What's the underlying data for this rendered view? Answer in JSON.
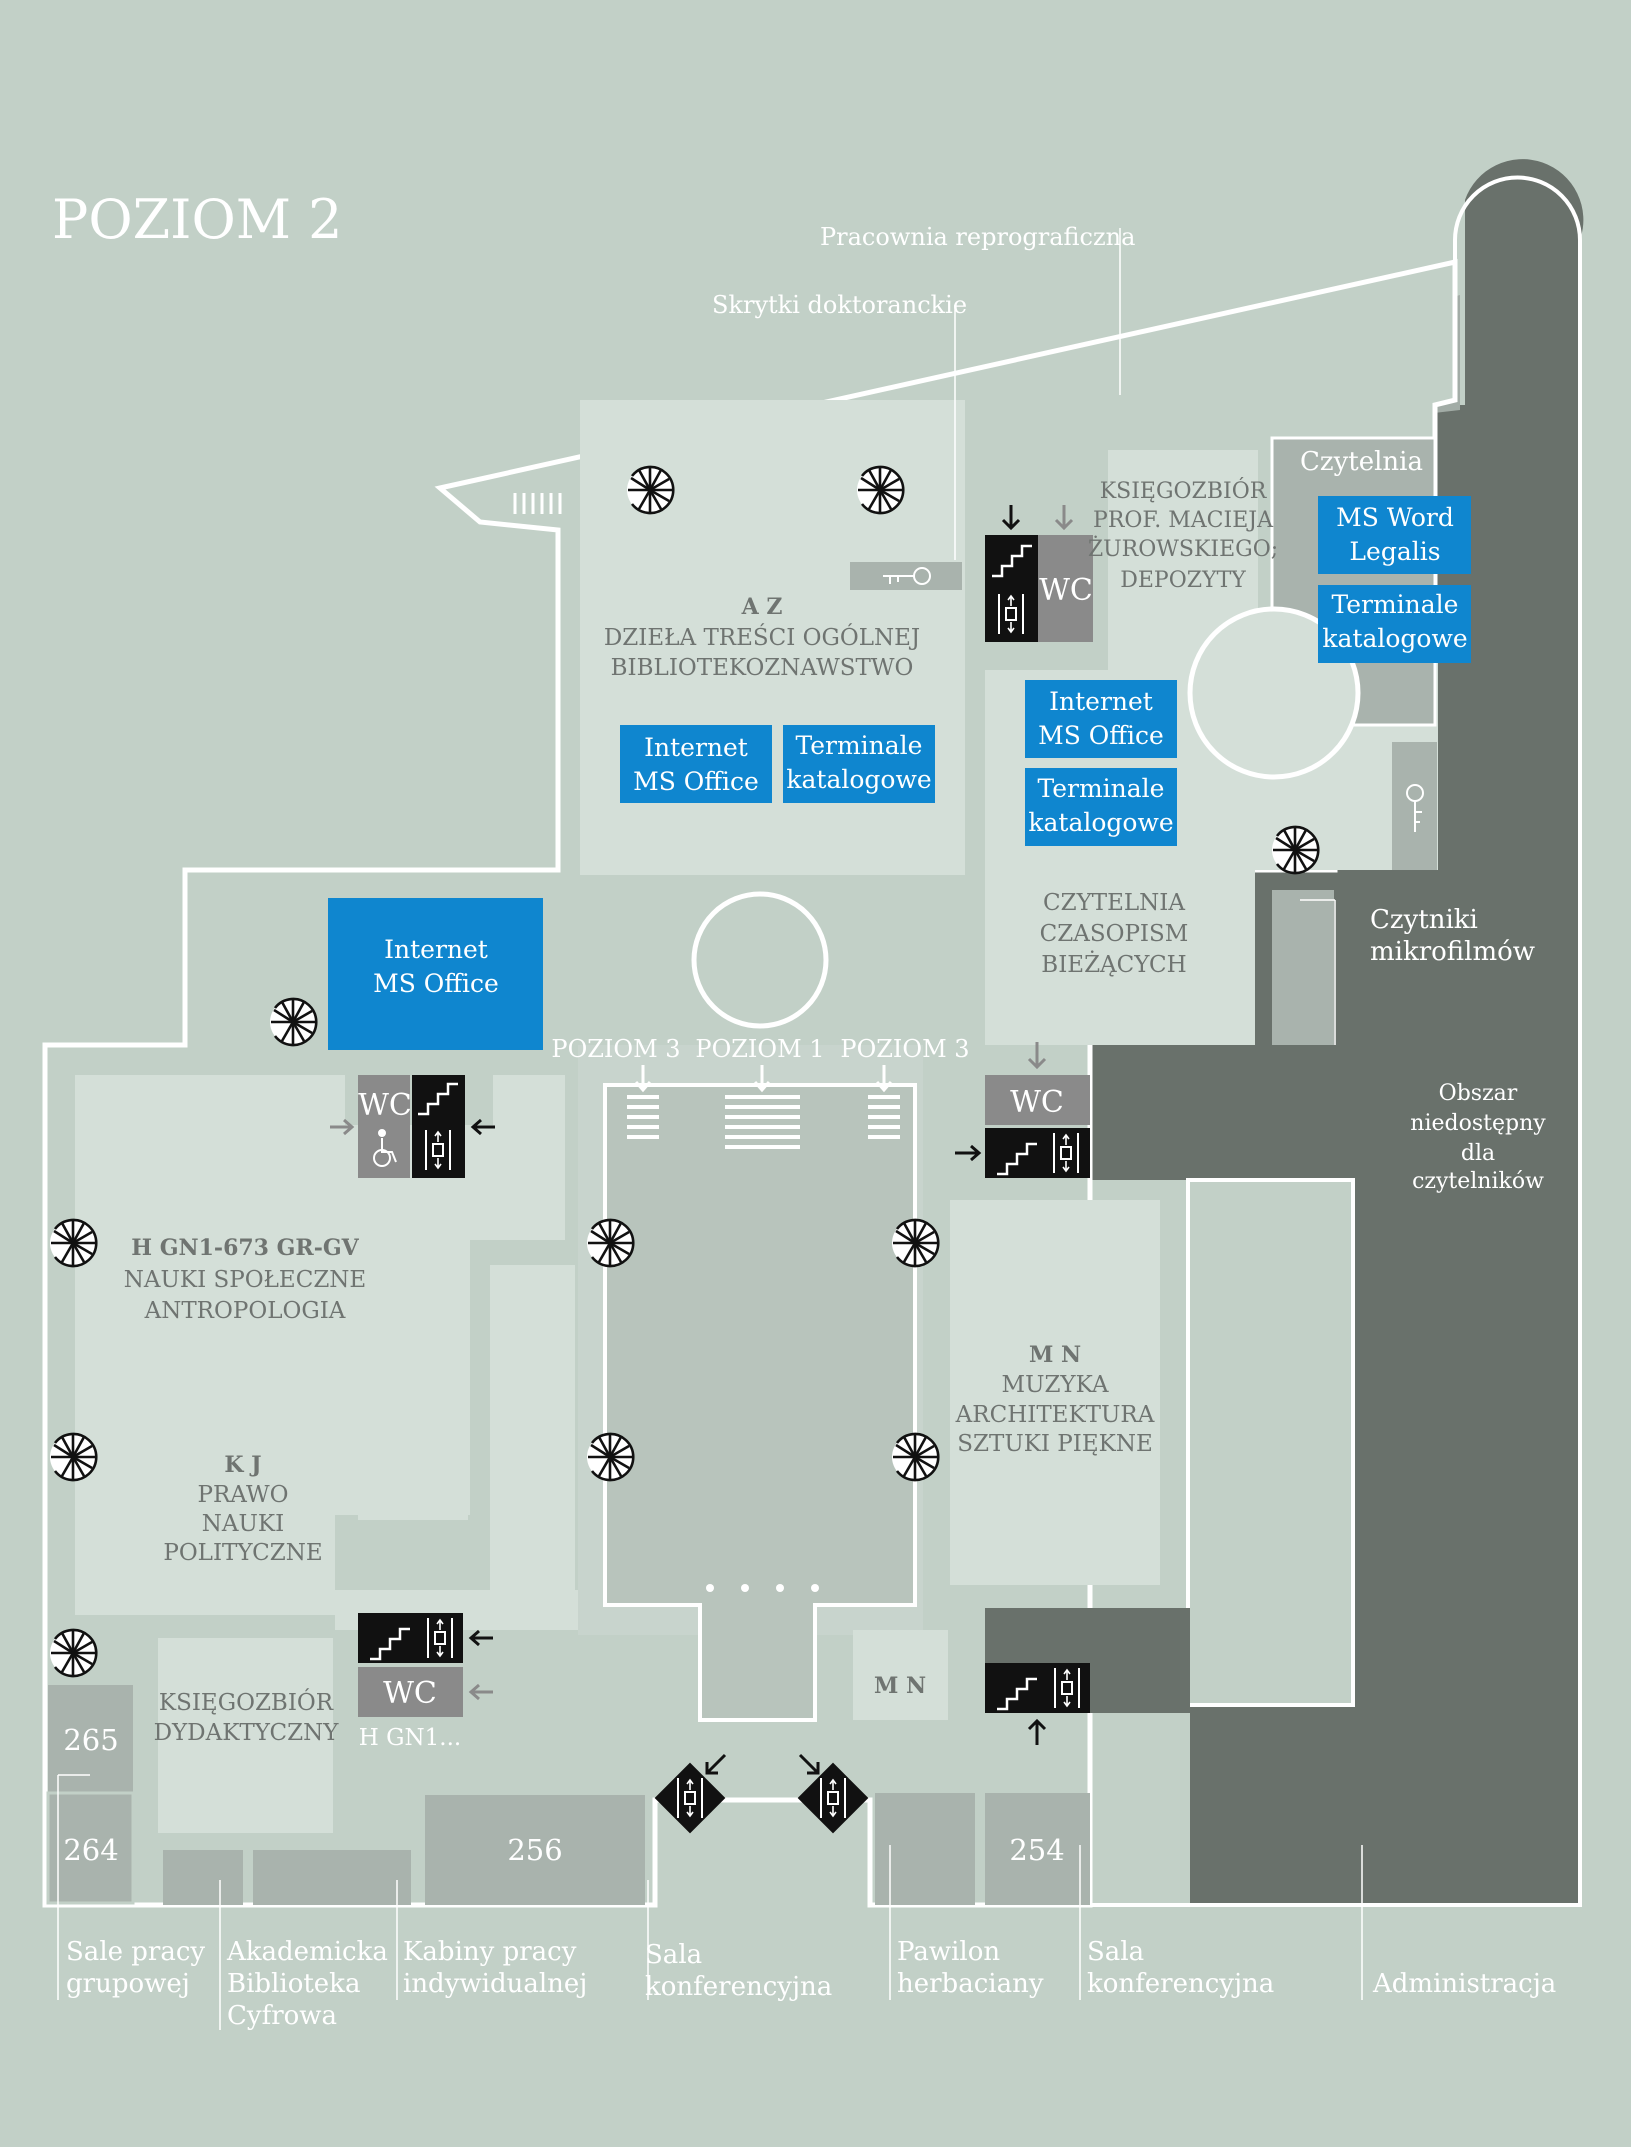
{
  "title": "POZIOM 2",
  "colors": {
    "background": "#c2d0c7",
    "room": "#d7e1db",
    "mid": "#a9b3ad",
    "dark": "#6a716c",
    "blue": "#0f86cf",
    "grey": "#8a8a8a",
    "black": "#111111",
    "wall": "#ffffff"
  },
  "callouts": {
    "pracownia": "Pracownia reprograficzna",
    "skrytki": "Skrytki doktoranckie",
    "czytelnia": "Czytelnia",
    "czytniki1": "Czytniki",
    "czytniki2": "mikrofilmów",
    "obszar1": "Obszar",
    "obszar2": "niedostępny",
    "obszar3": "dla",
    "obszar4": "czytelników"
  },
  "levels": {
    "left": "POZIOM 3",
    "center": "POZIOM 1",
    "right": "POZIOM 3"
  },
  "sections": {
    "az": {
      "code": "A Z",
      "line1": "DZIEŁA TREŚCI OGÓLNEJ",
      "line2": "BIBLIOTEKOZNAWSTWO"
    },
    "ksiegozbior_prof": {
      "line1": "KSIĘGOZBIÓR",
      "line2": "PROF. MACIEJA",
      "line3": "ŻUROWSKIEGO;",
      "line4": "DEPOZYTY"
    },
    "czasopisma": {
      "line1": "CZYTELNIA",
      "line2": "CZASOPISM",
      "line3": "BIEŻĄCYCH"
    },
    "h": {
      "code": "H GN1-673 GR-GV",
      "line1": "NAUKI SPOŁECZNE",
      "line2": "ANTROPOLOGIA"
    },
    "kj": {
      "code": "K J",
      "line1": "PRAWO",
      "line2": "NAUKI",
      "line3": "POLITYCZNE"
    },
    "mn": {
      "code": "M N",
      "line1": "MUZYKA",
      "line2": "ARCHITEKTURA",
      "line3": "SZTUKI PIĘKNE"
    },
    "mn_small": {
      "code": "M N"
    },
    "dydaktyczny": {
      "line1": "KSIĘGOZBIÓR",
      "line2": "DYDAKTYCZNY"
    },
    "hgn_short": {
      "label": "H GN1..."
    }
  },
  "blue_boxes": {
    "az_internet": {
      "line1": "Internet",
      "line2": "MS Office"
    },
    "az_terminale": {
      "line1": "Terminale",
      "line2": "katalogowe"
    },
    "czyt_internet": {
      "line1": "Internet",
      "line2": "MS Office"
    },
    "czyt_terminale": {
      "line1": "Terminale",
      "line2": "katalogowe"
    },
    "msword": {
      "line1": "MS Word",
      "line2": "Legalis"
    },
    "czytelnia_terminale": {
      "line1": "Terminale",
      "line2": "katalogowe"
    },
    "left_internet": {
      "line1": "Internet",
      "line2": "MS Office"
    }
  },
  "wc_label": "WC",
  "rooms": {
    "r265": "265",
    "r264": "264",
    "r256": "256",
    "r254": "254"
  },
  "bottom_labels": {
    "sale1": "Sale pracy",
    "sale2": "grupowej",
    "akad1": "Akademicka",
    "akad2": "Biblioteka",
    "akad3": "Cyfrowa",
    "kab1": "Kabiny pracy",
    "kab2": "indywidualnej",
    "salak1": "Sala",
    "salak2": "konferencyjna",
    "paw1": "Pawilon",
    "paw2": "herbaciany",
    "salak3": "Sala",
    "salak4": "konferencyjna",
    "admin": "Administracja"
  }
}
